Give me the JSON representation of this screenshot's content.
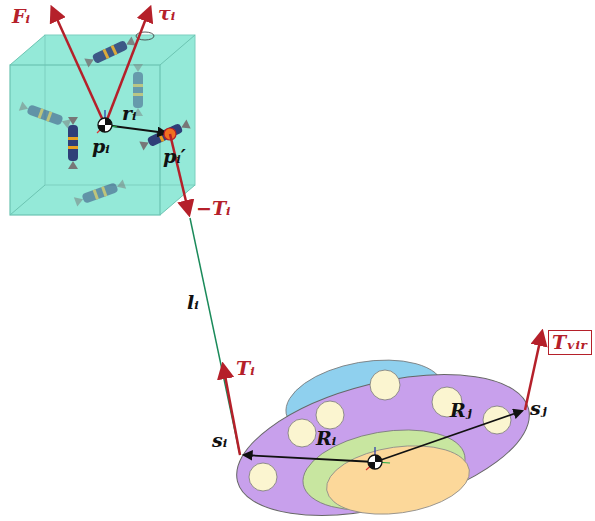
{
  "diagram": {
    "nodes": [
      {
        "text": [
          "Tᵥᵢᵣ"
        ]
      }
    ],
    "labels": [
      "Fᵢ",
      "τᵢ",
      "pᵢ",
      "rᵢ",
      "pᵢ′",
      "−Tᵢ",
      "lᵢ",
      "Tᵢ",
      "sᵢ",
      "Rᵢ",
      "Rⱼ",
      "sⱼ"
    ]
  }
}
